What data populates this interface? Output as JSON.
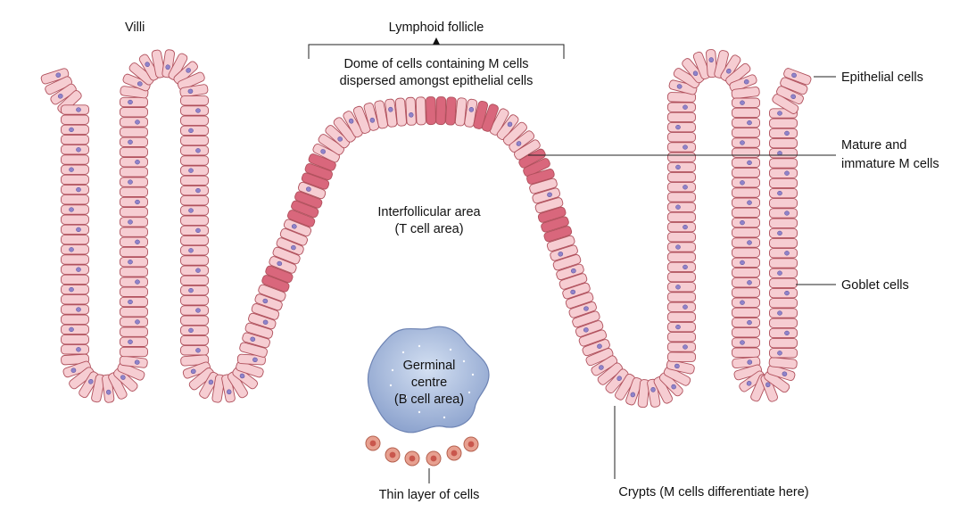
{
  "labels": {
    "villi": "Villi",
    "lymphoid_follicle": "Lymphoid follicle",
    "dome_line1": "Dome of cells containing M cells",
    "dome_line2": "dispersed amongst epithelial cells",
    "interfollicular_line1": "Interfollicular area",
    "interfollicular_line2": "(T cell area)",
    "germinal_line1": "Germinal",
    "germinal_line2": "centre",
    "germinal_line3": "(B cell area)",
    "thin_layer": "Thin layer of cells",
    "crypts": "Crypts (M cells differentiate here)",
    "epithelial": "Epithelial cells",
    "mature_line1": "Mature and",
    "mature_line2": "immature M cells",
    "goblet": "Goblet cells"
  },
  "colors": {
    "cell_fill": "#f6cdd2",
    "cell_stroke": "#b0505c",
    "nucleus": "#8f83c9",
    "m_cell": "#d9677c",
    "germinal_fill": "#9fb4d8",
    "small_cell": "#e7a090"
  }
}
